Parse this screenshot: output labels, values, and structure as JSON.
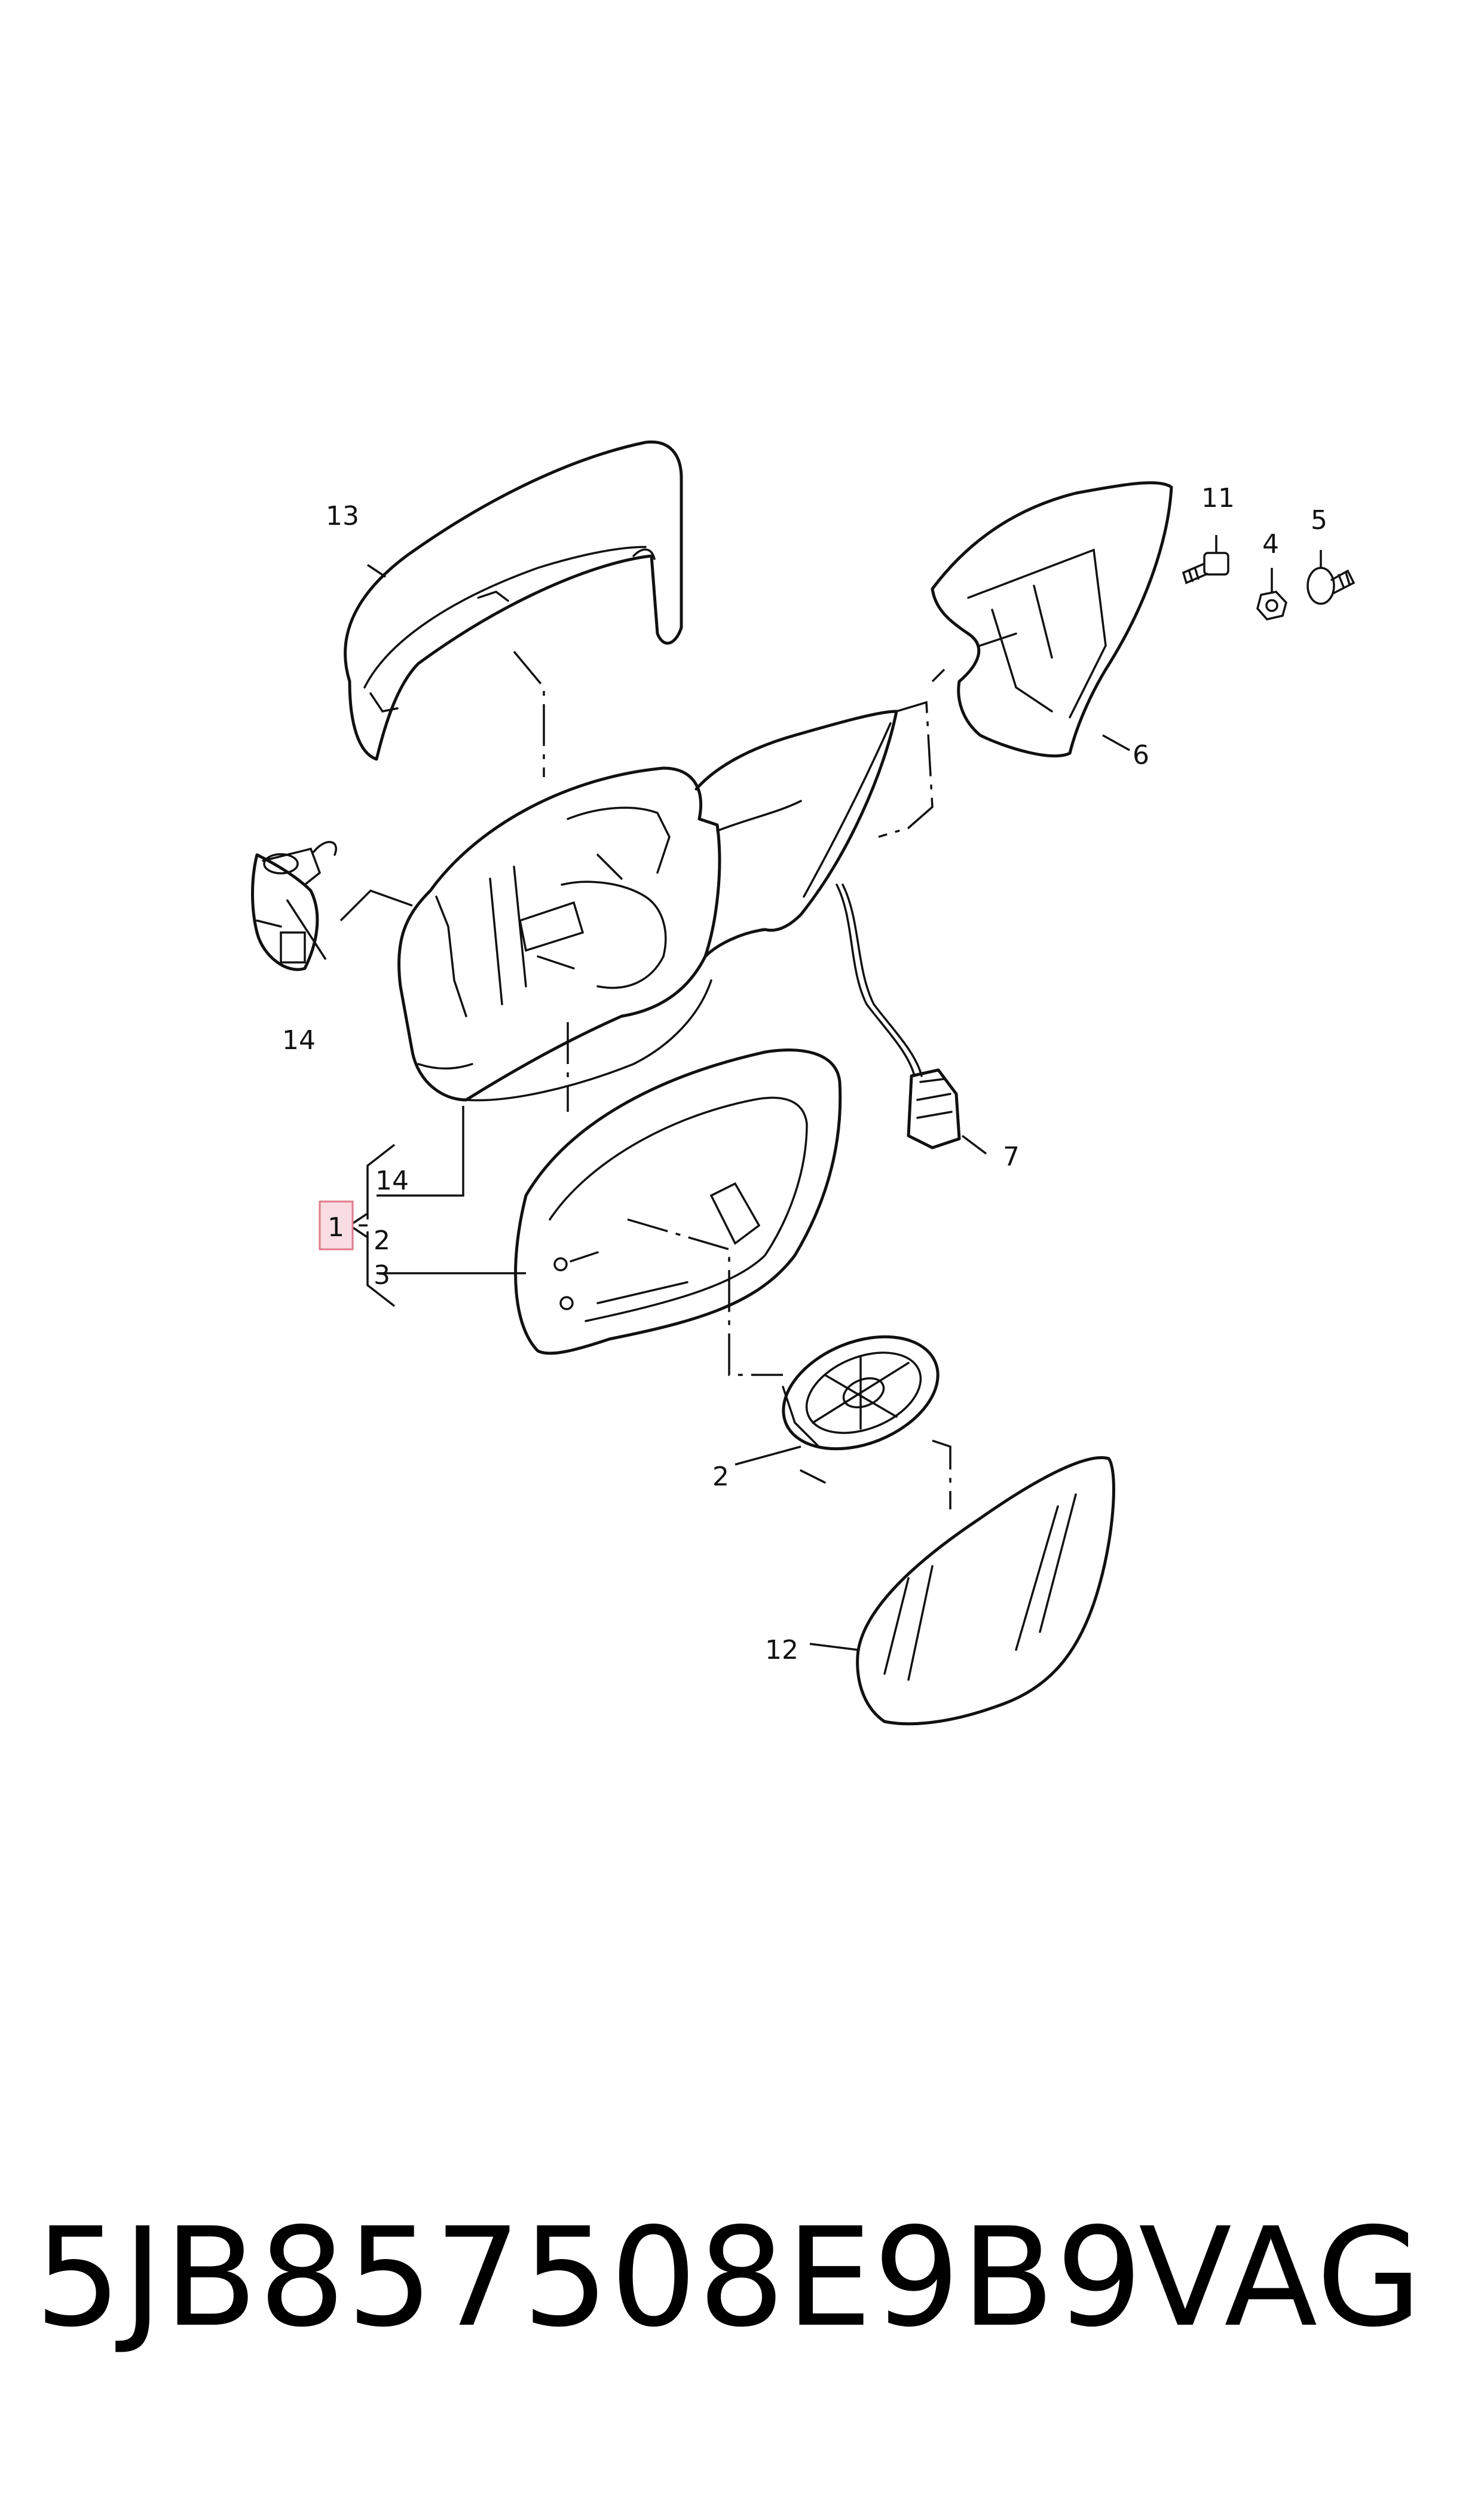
{
  "diagram": {
    "callouts": {
      "c13": "13",
      "c11": "11",
      "c4": "4",
      "c5": "5",
      "c6": "6",
      "c14_top": "14",
      "c7": "7",
      "c14_left": "14",
      "c1": "1",
      "c2_left": "2",
      "c3": "3",
      "c2_bottom": "2",
      "c12": "12"
    },
    "highlight_color": "#f9dde3",
    "highlight_border": "#e07a8a",
    "line_color": "#111111"
  },
  "footer": {
    "part_number": "5JB857508E9B9",
    "brand": "VAG"
  }
}
